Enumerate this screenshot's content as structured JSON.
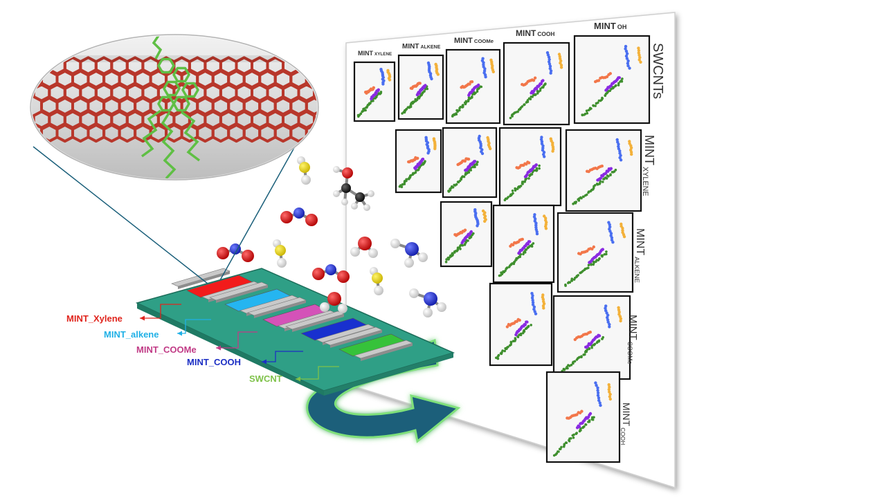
{
  "sensor_labels": [
    {
      "text": "MINT_Xylene",
      "color": "#e0241c"
    },
    {
      "text": "MINT_alkene",
      "color": "#1fb0e6"
    },
    {
      "text": "MINT_COOMe",
      "color": "#c13b86"
    },
    {
      "text": "MINT_COOH",
      "color": "#1c2fc4"
    },
    {
      "text": "SWCNT",
      "color": "#7fc24a"
    }
  ],
  "sensor_colors": [
    "#f21b1b",
    "#25b5f0",
    "#d452b8",
    "#1830cf",
    "#36c23a"
  ],
  "column_headers": [
    {
      "main": "MINT",
      "sub": "XYLENE"
    },
    {
      "main": "MINT",
      "sub": "ALKENE"
    },
    {
      "main": "MINT",
      "sub": "COOMe"
    },
    {
      "main": "MINT",
      "sub": "COOH"
    },
    {
      "main": "MINT",
      "sub": "OH"
    }
  ],
  "row_labels": [
    {
      "main": "SWCNTs",
      "sub": ""
    },
    {
      "main": "MINT",
      "sub": "XYLENE"
    },
    {
      "main": "MINT",
      "sub": "ALKENE"
    },
    {
      "main": "MINT",
      "sub": "COOMe"
    },
    {
      "main": "MINT",
      "sub": "COOH"
    }
  ],
  "cluster_colors": {
    "green": "#3f8f2e",
    "purple": "#8a2be2",
    "orange": "#f2774a",
    "blue": "#4a6ff0",
    "yellow": "#f3b13a"
  },
  "colors": {
    "nanotube": "#b8372b",
    "polymer": "#5fbf44",
    "board": "#2f9f86",
    "arrow": "#1a5f7a"
  }
}
